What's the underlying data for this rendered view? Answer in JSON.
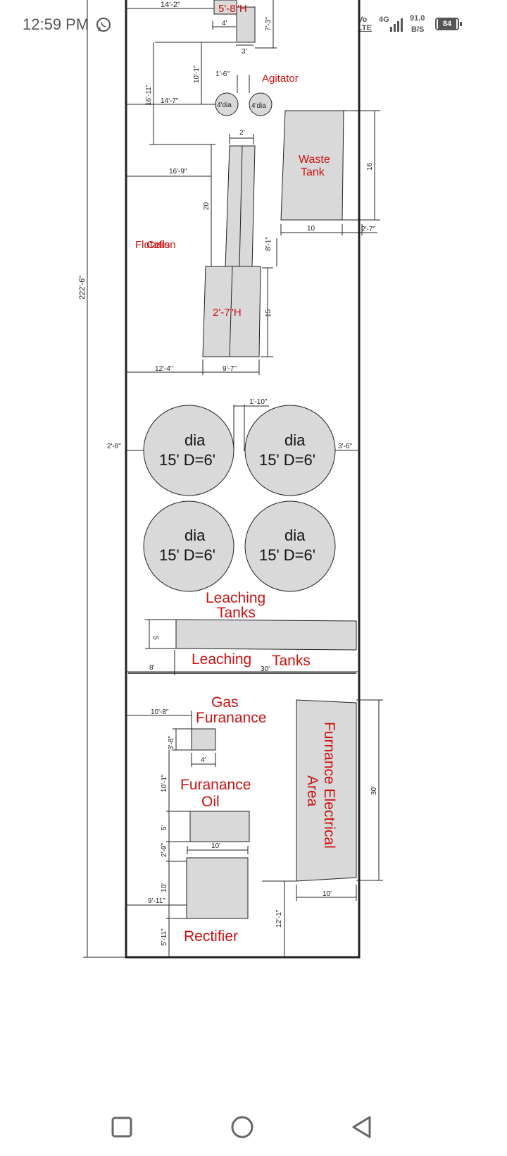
{
  "status_bar": {
    "time": "12:59 PM",
    "network_vo": "Vo",
    "network_lte": "LTE",
    "network_4g": "4G",
    "network_speed": "91.0",
    "network_speed_unit": "B/S",
    "battery": "84",
    "icons": [
      "whatsapp-icon",
      "signal-icon",
      "battery-icon"
    ]
  },
  "plan": {
    "overall_length": "222'-6\"",
    "labels": {
      "furnace_top_dim": "14'-2\"",
      "furnace_height": "5'-8\"H",
      "dim_4ft": "4'",
      "dim_7_3": "7'-3\"",
      "dim_3ft": "3'",
      "dim_10_1": "10'-1\"",
      "dim_1_6": "1'-6\"",
      "agitator": "Agitator",
      "dim_16_11": "16'-11\"",
      "dim_14_7": "14'-7\"",
      "agitator_dia_1": "4'dia",
      "agitator_dia_2": "4'dia",
      "dim_2ft": "2'",
      "waste_tank_1": "Waste",
      "waste_tank_2": "Tank",
      "waste_height": "16",
      "dim_16_9": "16'-9\"",
      "dim_20": "20",
      "waste_width": "10",
      "dim_2_7": "2'-7\"",
      "flotation_overlap_1": "Flotation",
      "flotation_overlap_2": "Cells",
      "dim_8_1": "8'-1\"",
      "cells_height": "2'-7\"H",
      "dim_15": "15",
      "dim_12_4": "12'-4\"",
      "dim_9_7": "9'-7\"",
      "dim_1_10": "1'-10\"",
      "dim_2_8": "2'-8\"",
      "dim_3_6": "3'-6\"",
      "tank_dia": "dia",
      "tank_size": "15' D=6'",
      "leaching_tanks_1": "Leaching",
      "leaching_tanks_2": "Tanks",
      "dim_5": "5",
      "dim_8": "8'",
      "leaching_bar_label_1": "Leaching",
      "leaching_bar_label_2": "Tanks",
      "dim_30": "30'",
      "gas_1": "Gas",
      "gas_2": "Furanance",
      "dim_10_8": "10'-8\"",
      "dim_3_8": "3'-8\"",
      "dim_4": "4'",
      "dim_10_1b": "10'-1\"",
      "oil_1": "Furanance",
      "oil_2": "Oil",
      "dim_5b": "5'",
      "dim_2_9": "2'-9\"",
      "dim_10": "10'",
      "dim_10b": "10'",
      "dim_9_11": "9'-11\"",
      "dim_5_11": "5'-11\"",
      "rectifier": "Rectifier",
      "electrical": "Furnance Electrical Area",
      "electrical_1": "Furnance Electrical",
      "electrical_2": "Area",
      "dim_30b": "30'",
      "dim_10c": "10'",
      "dim_12_1": "12'-1\""
    }
  },
  "nav": {
    "icons": [
      "recent-apps-icon",
      "home-icon",
      "back-icon"
    ]
  },
  "colors": {
    "label_red": "#cc1111",
    "equipment_fill": "#d9d9d9",
    "line": "#222222"
  }
}
